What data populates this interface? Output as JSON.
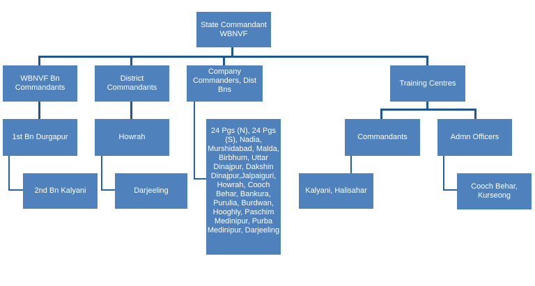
{
  "root": "State Commandant WBNVF",
  "branches": {
    "bn_commandants": {
      "label": "WBNVF Bn Commandants",
      "child": "1st Bn Durgapur",
      "grandchild": "2nd Bn Kalyani"
    },
    "district_commandants": {
      "label": "District Commandants",
      "child": "Howrah",
      "grandchild": "Darjeeling"
    },
    "company_commanders": {
      "label": "Company Commanders, Dist Bns",
      "child": "24 Pgs (N), 24  Pgs (S), Nadia, Murshidabad, Malda, Birbhum, Uttar Dinajpur, Dakshin Dinajpur,Jalpaiguri, Howrah, Cooch Behar, Bankura, Purulia, Burdwan, Hooghly, Paschim Medinipur, Purba Medinipur, Darjeeling"
    },
    "training_centres": {
      "label": "Training Centres",
      "commandants": {
        "label": "Commandants",
        "child": "Kalyani, Halisahar"
      },
      "admn_officers": {
        "label": "Admn Officers",
        "child": "Cooch Behar, Kurseong"
      }
    }
  },
  "colors": {
    "box_fill": "#4f81bd",
    "connector": "#1f5591",
    "text": "#ffffff"
  }
}
